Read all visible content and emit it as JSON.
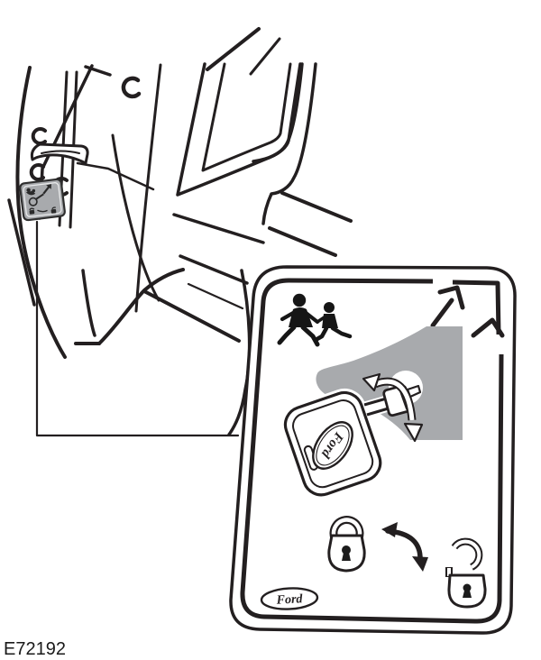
{
  "figure": {
    "code": "E72192",
    "type": "manual-illustration",
    "subject": "child-safety-lock-location-and-operation"
  },
  "panel": {
    "brand_logo_text": "Ford",
    "key_logo_text": "Ford"
  },
  "icons": [
    "children-crossing-icon",
    "expand-arrow-icon",
    "key-icon",
    "rotation-arrows-icon",
    "locked-padlock-icon",
    "unlocked-padlock-icon",
    "toggle-arrow-icon",
    "ford-oval-logo",
    "child-lock-sticker"
  ],
  "colors": {
    "line": "#231f20",
    "gray": "#a8aaad",
    "silhouette": "#161616",
    "background": "#ffffff"
  }
}
